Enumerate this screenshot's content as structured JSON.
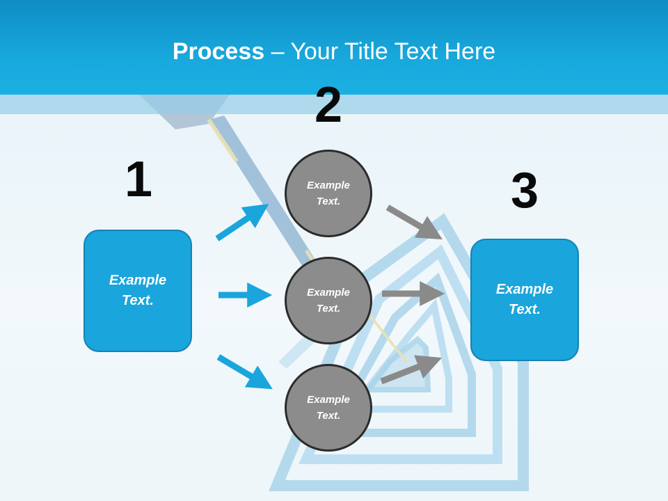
{
  "slide": {
    "title_bold": "Process",
    "title_rest": " – Your Title Text Here"
  },
  "steps": [
    {
      "number": "1",
      "text": "Example Text."
    },
    {
      "number": "2",
      "text": ""
    },
    {
      "number": "3",
      "text": "Example Text."
    }
  ],
  "circles": [
    {
      "text": "Example Text."
    },
    {
      "text": "Example Text."
    },
    {
      "text": "Example Text."
    }
  ],
  "colors": {
    "header": "#18a8dc",
    "box_fill": "#1aa5dc",
    "circle_fill": "#8c8c8c",
    "blue_arrow": "#1aa5dc",
    "gray_arrow": "#8a8a8a"
  },
  "icons": [
    "dart-icon",
    "target-icon",
    "arrow-icon"
  ]
}
